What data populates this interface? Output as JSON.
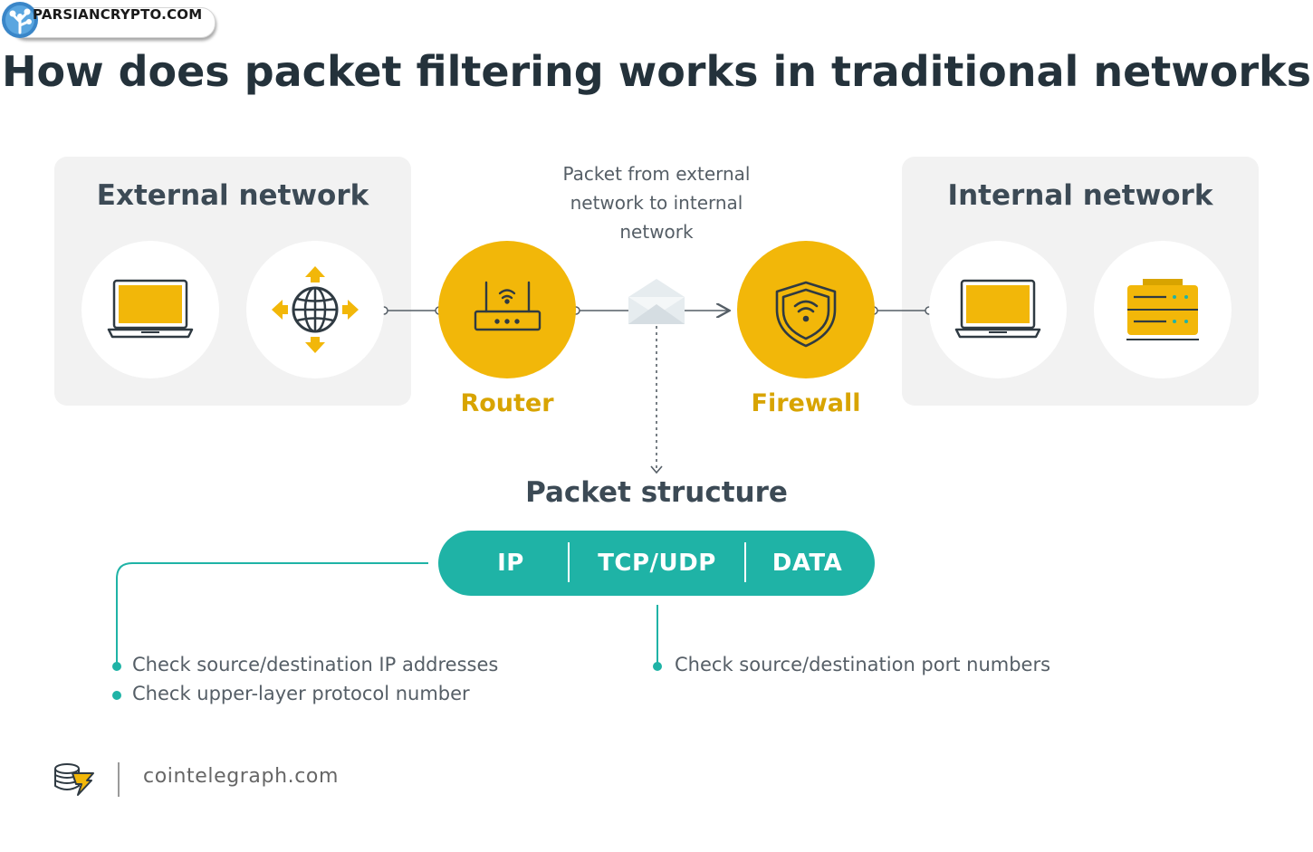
{
  "badge": {
    "text": "PARSIANCRYPTO.COM"
  },
  "title": "How does packet filtering works in traditional networks",
  "external_network": {
    "title": "External network",
    "icons": [
      "laptop-icon",
      "globe-arrows-icon"
    ]
  },
  "internal_network": {
    "title": "Internal network",
    "icons": [
      "laptop-icon",
      "server-icon"
    ]
  },
  "router": {
    "label": "Router",
    "icon": "router-icon"
  },
  "firewall": {
    "label": "Firewall",
    "icon": "shield-wifi-icon"
  },
  "packet_caption": "Packet from external network to internal network",
  "packet_structure": {
    "title": "Packet structure",
    "segments": [
      "IP",
      "TCP/UDP",
      "DATA"
    ]
  },
  "checks": {
    "ip": [
      "Check source/destination IP addresses",
      "Check upper-layer protocol number"
    ],
    "tcp_udp": [
      "Check source/destination port numbers"
    ]
  },
  "footer": {
    "text": "cointelegraph.com"
  },
  "colors": {
    "accent_yellow": "#f2b709",
    "label_yellow": "#d8a400",
    "teal": "#1fb3a6",
    "panel_gray": "#f2f2f2",
    "dark_text": "#24323b"
  }
}
